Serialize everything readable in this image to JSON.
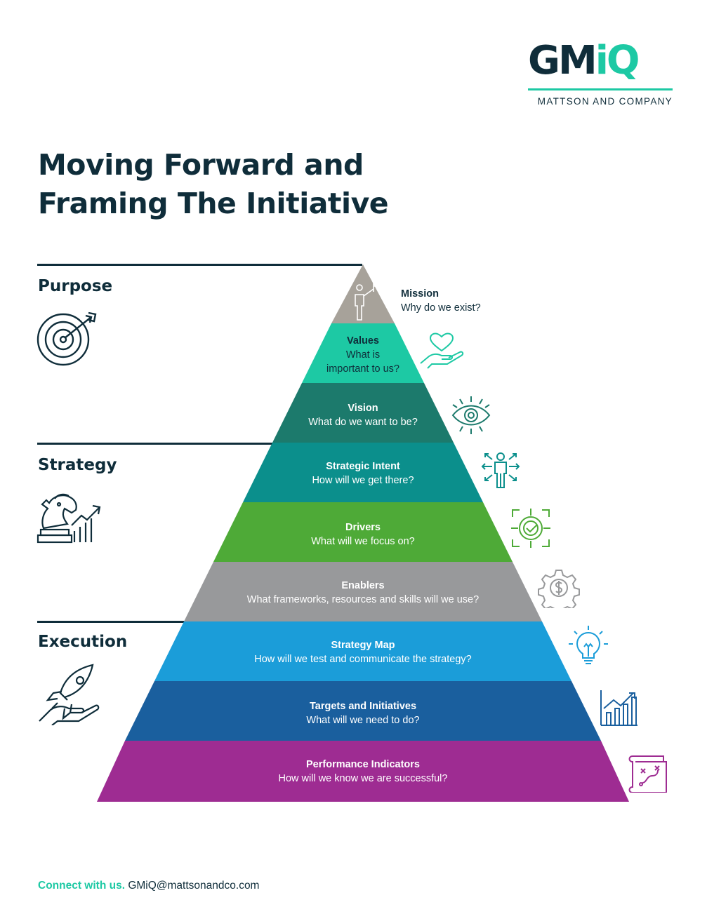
{
  "brand": {
    "logo_gm": "GM",
    "logo_iq": "iQ",
    "company": "MATTSON AND COMPANY",
    "accent": "#1dc9a4",
    "navy": "#0f2d3a"
  },
  "title": {
    "line1": "Moving Forward and",
    "line2": "Framing The Initiative"
  },
  "sections": {
    "purpose": "Purpose",
    "strategy": "Strategy",
    "execution": "Execution"
  },
  "pyramid": {
    "mission": {
      "name": "Mission",
      "question": "Why do we exist?",
      "color": "#a7a29a"
    },
    "values": {
      "name": "Values",
      "question_line1": "What is",
      "question_line2": "important to us?",
      "color": "#1dc9a4"
    },
    "vision": {
      "name": "Vision",
      "question": "What do we want to be?",
      "color": "#1c7a6c"
    },
    "strategic_intent": {
      "name": "Strategic Intent",
      "question": "How will we get there?",
      "color": "#0b8f8c"
    },
    "drivers": {
      "name": "Drivers",
      "question": "What will we focus on?",
      "color": "#4eaa37"
    },
    "enablers": {
      "name": "Enablers",
      "question": "What frameworks, resources and skills will we use?",
      "color": "#98999b"
    },
    "strategy_map": {
      "name": "Strategy Map",
      "question": "How will we test and communicate the strategy?",
      "color": "#1b9dd9"
    },
    "targets": {
      "name": "Targets and Initiatives",
      "question": "What will we need to do?",
      "color": "#1a5f9e"
    },
    "performance": {
      "name": "Performance Indicators",
      "question": "How will we know we are successful?",
      "color": "#9e2c92"
    }
  },
  "icons": {
    "purpose": "target-icon",
    "strategy": "chess-knight-growth-icon",
    "execution": "rocket-hand-icon",
    "values": "heart-hand-icon",
    "vision": "eye-icon",
    "strategic_intent": "person-arrows-icon",
    "drivers": "target-check-icon",
    "enablers": "gear-dollar-icon",
    "strategy_map": "lightbulb-icon",
    "targets": "growth-chart-icon",
    "performance": "map-route-icon"
  },
  "footer": {
    "cta": "Connect with us.",
    "email": "GMiQ@mattsonandco.com"
  }
}
